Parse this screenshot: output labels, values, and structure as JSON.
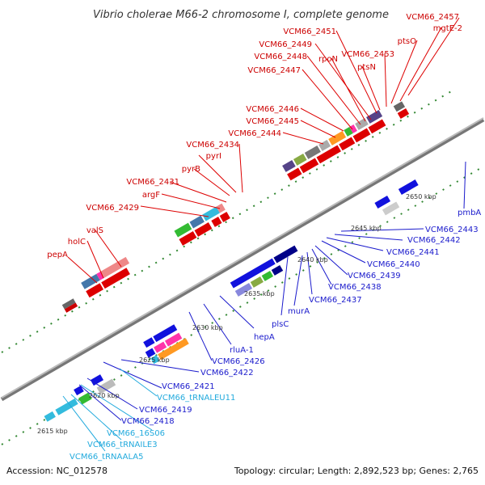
{
  "title": "Vibrio cholerae M66-2 chromosome I, complete genome",
  "footer": {
    "accession": "Accession: NC_012578",
    "summary": "Topology: circular; Length: 2,892,523 bp; Genes: 2,765"
  },
  "colors": {
    "forward_label": "#cc0000",
    "reverse_label": "#1a1acc",
    "rna_label": "#22aadd",
    "backbone": "#888888"
  },
  "scale": {
    "unit": "kbp",
    "ticks": [
      "2615 kbp",
      "2620 kbp",
      "2625 kbp",
      "2630 kbp",
      "2635 kbp",
      "2640 kbp",
      "2645 kbp",
      "2650 kbp"
    ]
  },
  "features": {
    "forward": [
      "pepA",
      "holC",
      "valS",
      "VCM66_2429",
      "argF",
      "VCM66_2431",
      "pyrB",
      "pyrI",
      "VCM66_2434",
      "VCM66_2444",
      "VCM66_2445",
      "VCM66_2446",
      "VCM66_2447",
      "VCM66_2448",
      "rpoN",
      "VCM66_2449",
      "VCM66_2451",
      "ptsN",
      "VCM66_2453",
      "ptsO",
      "mgtE-2",
      "VCM66_2457"
    ],
    "reverse": [
      "VCM66_2418",
      "VCM66_2419",
      "VCM66_2421",
      "VCM66_2422",
      "VCM66_2426",
      "rluA-1",
      "hepA",
      "plsC",
      "murA",
      "VCM66_2437",
      "VCM66_2438",
      "VCM66_2439",
      "VCM66_2440",
      "VCM66_2441",
      "VCM66_2442",
      "VCM66_2443",
      "pmbA"
    ],
    "rna": [
      "VCM66_tRNAALA5",
      "VCM66_tRNAILE3",
      "VCM66_16S06",
      "VCM66_tRNALEU11"
    ]
  }
}
